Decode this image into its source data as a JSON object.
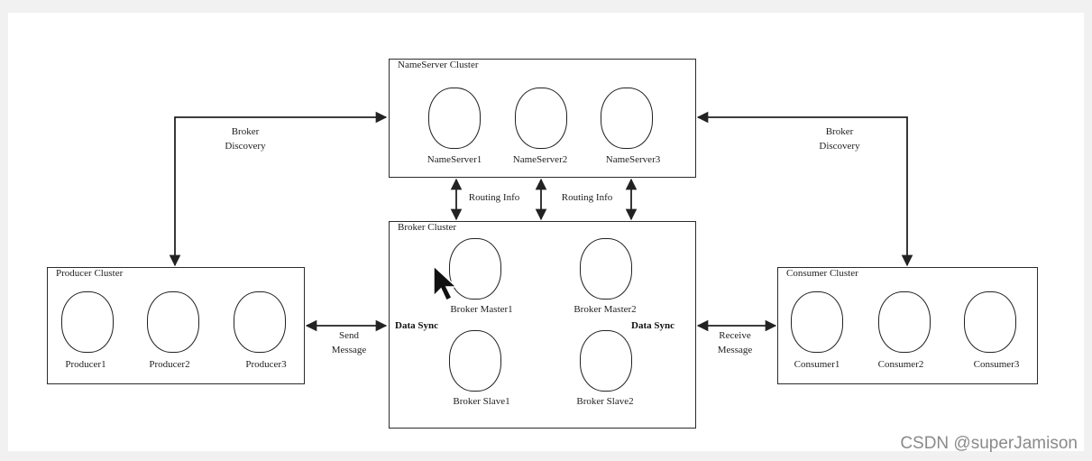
{
  "nameserver_cluster": {
    "title": "NameServer Cluster",
    "nodes": [
      "NameServer1",
      "NameServer2",
      "NameServer3"
    ]
  },
  "broker_cluster": {
    "title": "Broker Cluster",
    "masters": [
      "Broker Master1",
      "Broker Master2"
    ],
    "slaves": [
      "Broker Slave1",
      "Broker Slave2"
    ],
    "sync_label": "Data Sync"
  },
  "producer_cluster": {
    "title": "Producer Cluster",
    "nodes": [
      "Producer1",
      "Producer2",
      "Producer3"
    ]
  },
  "consumer_cluster": {
    "title": "Consumer Cluster",
    "nodes": [
      "Consumer1",
      "Consumer2",
      "Consumer3"
    ]
  },
  "edges": {
    "broker_discovery": [
      "Broker",
      "Discovery"
    ],
    "routing_info": "Routing Info",
    "send_message": [
      "Send",
      "Message"
    ],
    "receive_message": [
      "Receive",
      "Message"
    ]
  },
  "watermark": "CSDN @superJamison"
}
